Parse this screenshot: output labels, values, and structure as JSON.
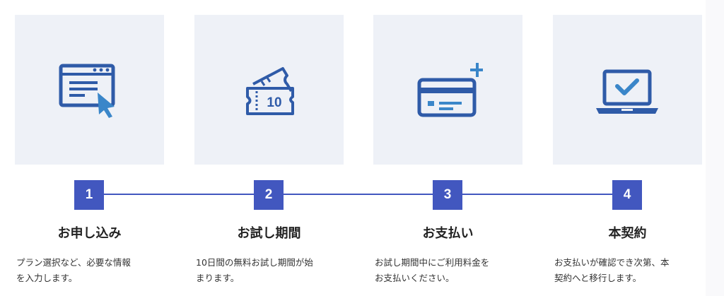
{
  "colors": {
    "accent": "#4257bf",
    "icon": "#2f5ba8",
    "icon_highlight": "#3a86c9",
    "card_bg": "#eef1f7"
  },
  "steps": [
    {
      "number": "1",
      "title": "お申し込み",
      "description": "プラン選択など、必要な情報\nを入力します。",
      "icon": "browser-form-cursor-icon"
    },
    {
      "number": "2",
      "title": "お試し期間",
      "description": "10日間の無料お試し期間が始\nまります。",
      "icon": "ticket-10-icon",
      "icon_text": "10"
    },
    {
      "number": "3",
      "title": "お支払い",
      "description": "お試し期間中にご利用料金を\nお支払いください。",
      "icon": "credit-card-plus-icon"
    },
    {
      "number": "4",
      "title": "本契約",
      "description": "お支払いが確認でき次第、本\n契約へと移行します。",
      "icon": "laptop-check-icon"
    }
  ]
}
